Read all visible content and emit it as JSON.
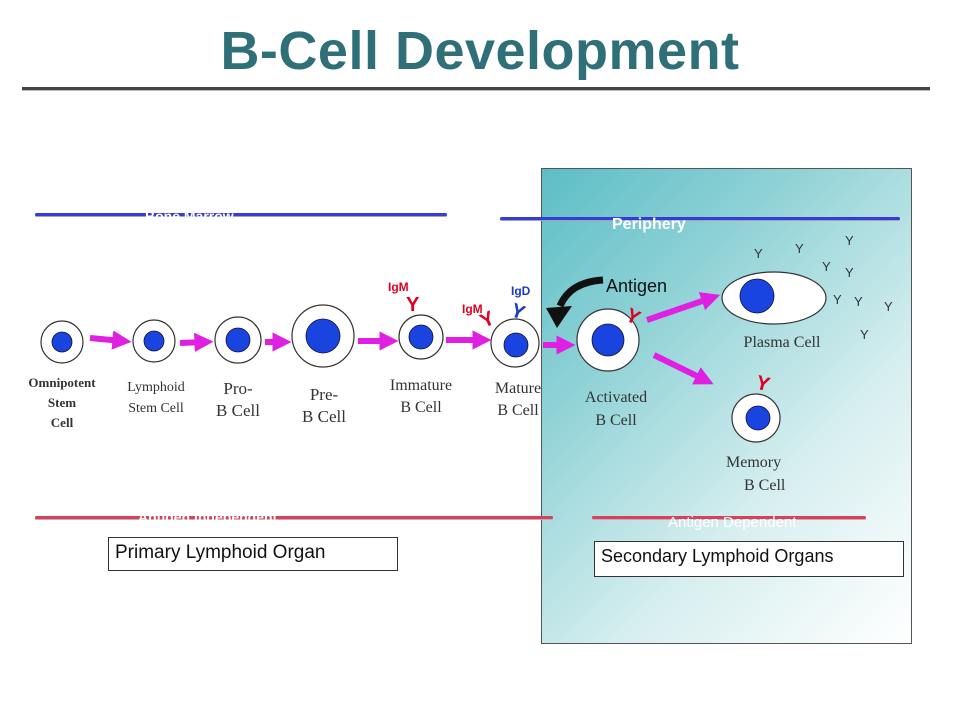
{
  "title": "B-Cell Development",
  "regions": {
    "bone_marrow": "Bone Marrow",
    "periphery": "Periphery",
    "antigen_independent": "Antigen Independent",
    "antigen_dependent": "Antigen Dependent",
    "primary_organ": "Primary Lymphoid Organ",
    "secondary_organs": "Secondary Lymphoid Organs"
  },
  "cells": {
    "omnipotent": [
      "Omnipotent",
      "Stem",
      "Cell"
    ],
    "lymphoid": [
      "Lymphoid",
      "Stem Cell"
    ],
    "pro_b": [
      "Pro-",
      "B Cell"
    ],
    "pre_b": [
      "Pre-",
      "B Cell"
    ],
    "immature_b": [
      "Immature",
      "B Cell"
    ],
    "mature_b": [
      "Mature",
      "B Cell"
    ],
    "activated_b": [
      "Activated",
      "B Cell"
    ],
    "plasma": "Plasma Cell",
    "memory_b": [
      "Memory",
      "B Cell"
    ]
  },
  "receptors": {
    "igm_immature": "IgM",
    "igm_mature": "IgM",
    "igd_mature": "IgD"
  },
  "antigen": "Antigen",
  "antibody_symbol": "Y",
  "colors": {
    "title": "#2f6f78",
    "arrow": "#e020e0",
    "nucleus": "#1a44e0",
    "igm": "#e00020",
    "igd": "#1a3cc0",
    "periphery_bg_start": "#5fbfc6",
    "periphery_bg_end": "#ffffff",
    "divider_blue": "#3a3ad8",
    "divider_red": "#d84060"
  }
}
